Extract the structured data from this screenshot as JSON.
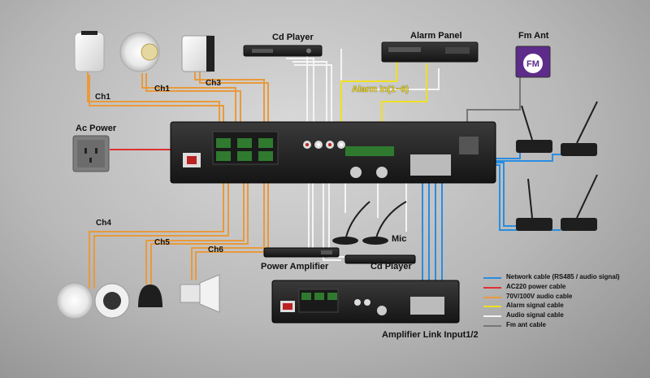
{
  "labels": {
    "cd_player_top": "Cd Player",
    "alarm_panel": "Alarm Panel",
    "fm_ant": "Fm Ant",
    "alarm_in": "Alarm in(1~6)",
    "ch1_left": "Ch1",
    "ch1_right": "Ch1",
    "ch3": "Ch3",
    "ac_power": "Ac Power",
    "ch4": "Ch4",
    "ch5": "Ch5",
    "ch6": "Ch6",
    "mic": "Mic",
    "power_amplifier": "Power Amplifier",
    "cd_player_bottom": "Cd Player",
    "amplifier_link": "Amplifier Link Input1/2"
  },
  "legend": [
    {
      "text": "Network cable (RS485 / audio signal)",
      "color": "#2a8de0"
    },
    {
      "text": "AC220 power cable",
      "color": "#e03030"
    },
    {
      "text": "70V/100V audio cable",
      "color": "#e89a3c"
    },
    {
      "text": "Alarm signal cable",
      "color": "#f0e020"
    },
    {
      "text": "Audio signal cable",
      "color": "#f4f4f4"
    },
    {
      "text": "Fm ant  cable",
      "color": "#777777"
    }
  ],
  "icons": {
    "fm_logo": "fm-logo-icon",
    "power_socket": "power-socket-icon"
  }
}
